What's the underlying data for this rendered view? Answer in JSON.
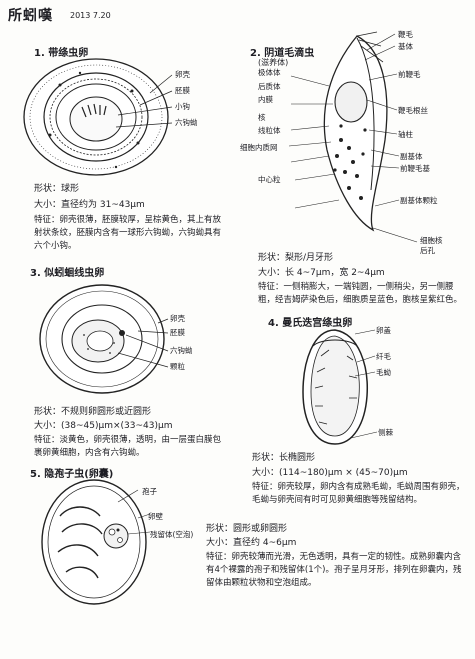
{
  "page": {
    "title": "所蚓嘆",
    "date": "2013 7.20"
  },
  "section1": {
    "heading": "1. 带绦虫卵",
    "labels": [
      "卵壳",
      "胚膜",
      "小钩",
      "六钩蚴"
    ],
    "shape": "形状：球形",
    "size": "大小：直径约为 31~43μm",
    "feature": "特征：卵壳很薄，胚膜较厚，呈棕黄色，其上有放射状条纹，胚膜内含有一球形六钩蚴，六钩蚴具有六个小钩。"
  },
  "section2": {
    "heading": "2. 阴道毛滴虫",
    "subheading": "(滋养体)",
    "labels_left": [
      "极体体",
      "后质体",
      "内膜",
      "核",
      "线粒体",
      "细胞内质网"
    ],
    "labels_right": [
      "鞭毛",
      "基体",
      "前鞭毛",
      "鞭毛根丝",
      "轴柱",
      "副基体",
      "前鞭毛基",
      "副基体颗粒"
    ],
    "labels_bottom": [
      "中心粒",
      "细胞核",
      "后孔"
    ],
    "shape": "形状：梨形/月牙形",
    "size": "大小：长 4~7μm，宽 2~4μm",
    "feature": "特征：一侧稍膨大，一端钝圆，一侧稍尖，另一侧腰粗，经吉姆萨染色后，细胞质呈蓝色，胞核呈紫红色。"
  },
  "section3": {
    "heading": "3. 似蚓蛔线虫卵",
    "labels": [
      "卵壳",
      "胚膜",
      "六钩蚴",
      "颗粒"
    ],
    "shape": "形状：不规则卵圆形或近圆形",
    "size": "大小：(38~45)μm×(33~43)μm",
    "feature": "特征：淡黄色，卵壳很薄，透明，由一层蛋白膜包裹卵黄细胞，内含有六钩蚴。"
  },
  "section4": {
    "heading": "4. 曼氏迭宫绦虫卵",
    "labels": [
      "卵盖",
      "纤毛",
      "毛蚴",
      "侧棘"
    ],
    "shape": "形状：长椭圆形",
    "size": "大小：(114~180)μm × (45~70)μm",
    "feature": "特征：卵壳较厚，卵内含有成熟毛蚴，毛蚴周围有卵壳，毛蚴与卵壳间有时可见卵黄细胞等残留结构。"
  },
  "section5": {
    "heading": "5. 隐孢子虫(卵囊)",
    "labels": [
      "孢子",
      "卵壁",
      "残留体(空泡)"
    ],
    "shape": "形状：圆形或卵圆形",
    "size": "大小：直径约 4~6μm",
    "feature": "特征：卵壳较薄而光滑，无色透明，具有一定的韧性。成熟卵囊内含有4个裸露的孢子和残留体(1个)。孢子呈月牙形，排列在卵囊内，残留体由颗粒状物和空泡组成。"
  }
}
